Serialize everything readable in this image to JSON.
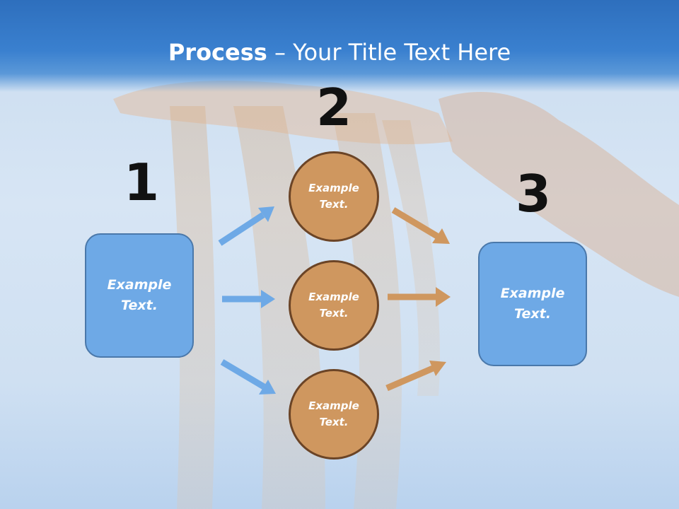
{
  "slide": {
    "title_bold": "Process",
    "title_rest": " – Your Title Text Here"
  },
  "steps": {
    "step1": {
      "number": "1",
      "label": "Example\nText."
    },
    "step2": {
      "number": "2",
      "items": [
        {
          "label": "Example\nText."
        },
        {
          "label": "Example\nText."
        },
        {
          "label": "Example\nText."
        }
      ]
    },
    "step3": {
      "number": "3",
      "label": "Example\nText."
    }
  },
  "colors": {
    "header_blue": "#3a80cf",
    "box_blue": "#6ea9e6",
    "circle_tan": "#cf975f",
    "arrow_blue": "#6ea9e6",
    "arrow_tan": "#cf975f"
  }
}
